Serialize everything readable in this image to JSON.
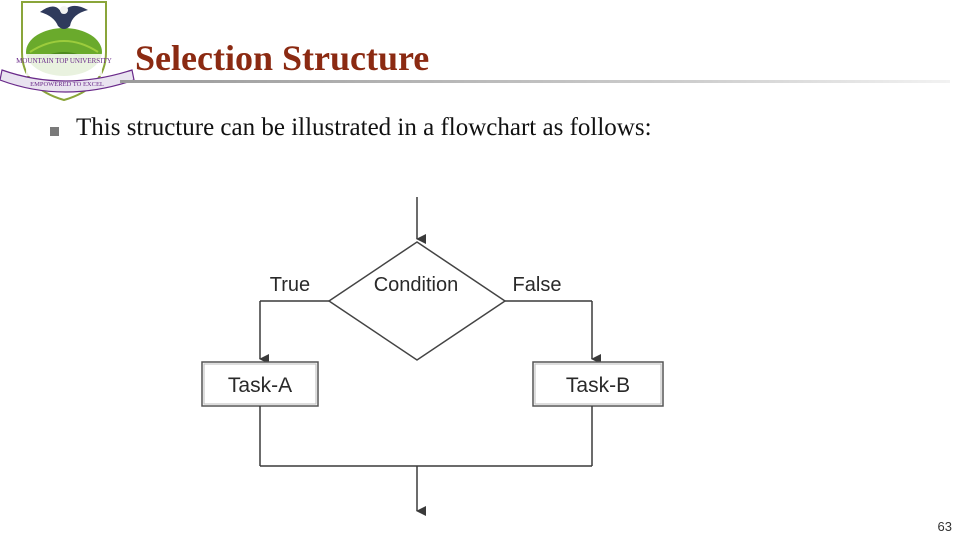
{
  "logo": {
    "university_name": "MOUNTAIN TOP UNIVERSITY",
    "motto": "EMPOWERED TO EXCEL"
  },
  "slide": {
    "title": "Selection Structure",
    "bullet": "This structure can be illustrated in a flowchart as follows:",
    "page_number": "63"
  },
  "flowchart": {
    "condition": "Condition",
    "true_label": "True",
    "false_label": "False",
    "task_a": "Task-A",
    "task_b": "Task-B"
  },
  "colors": {
    "title": "#8b2a12",
    "logo_green": "#6aaa2c",
    "logo_purple": "#6a2a8a"
  }
}
